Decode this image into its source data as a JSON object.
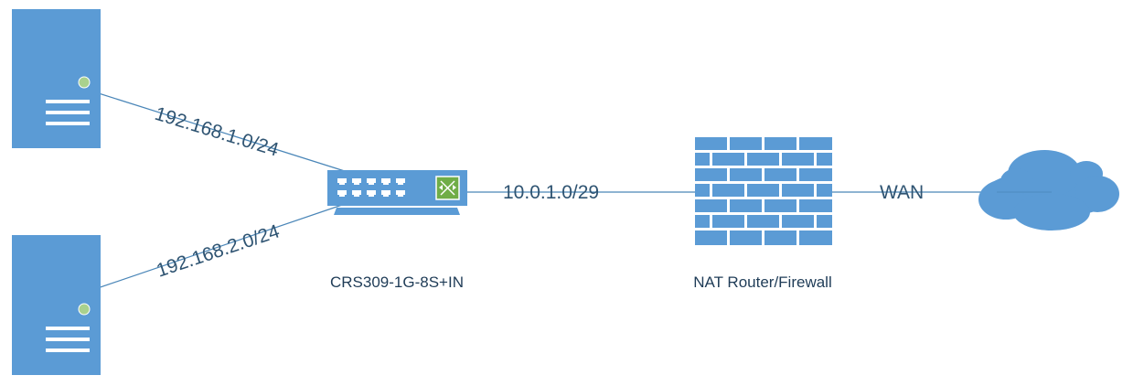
{
  "diagram": {
    "links": {
      "server1": "192.168.1.0/24",
      "server2": "192.168.2.0/24",
      "switch_router": "10.0.1.0/29",
      "router_cloud": "WAN"
    },
    "devices": {
      "switch": "CRS309-1G-8S+IN",
      "router": "NAT Router/Firewall"
    },
    "colors": {
      "device_fill": "#5b9bd5",
      "line": "#4a86b8",
      "label_text": "#2f5472",
      "status_led": "#a9d18e",
      "switch_port": "#70ad47"
    },
    "icons": [
      "server-icon",
      "server-icon",
      "switch-icon",
      "firewall-icon",
      "cloud-icon"
    ]
  }
}
